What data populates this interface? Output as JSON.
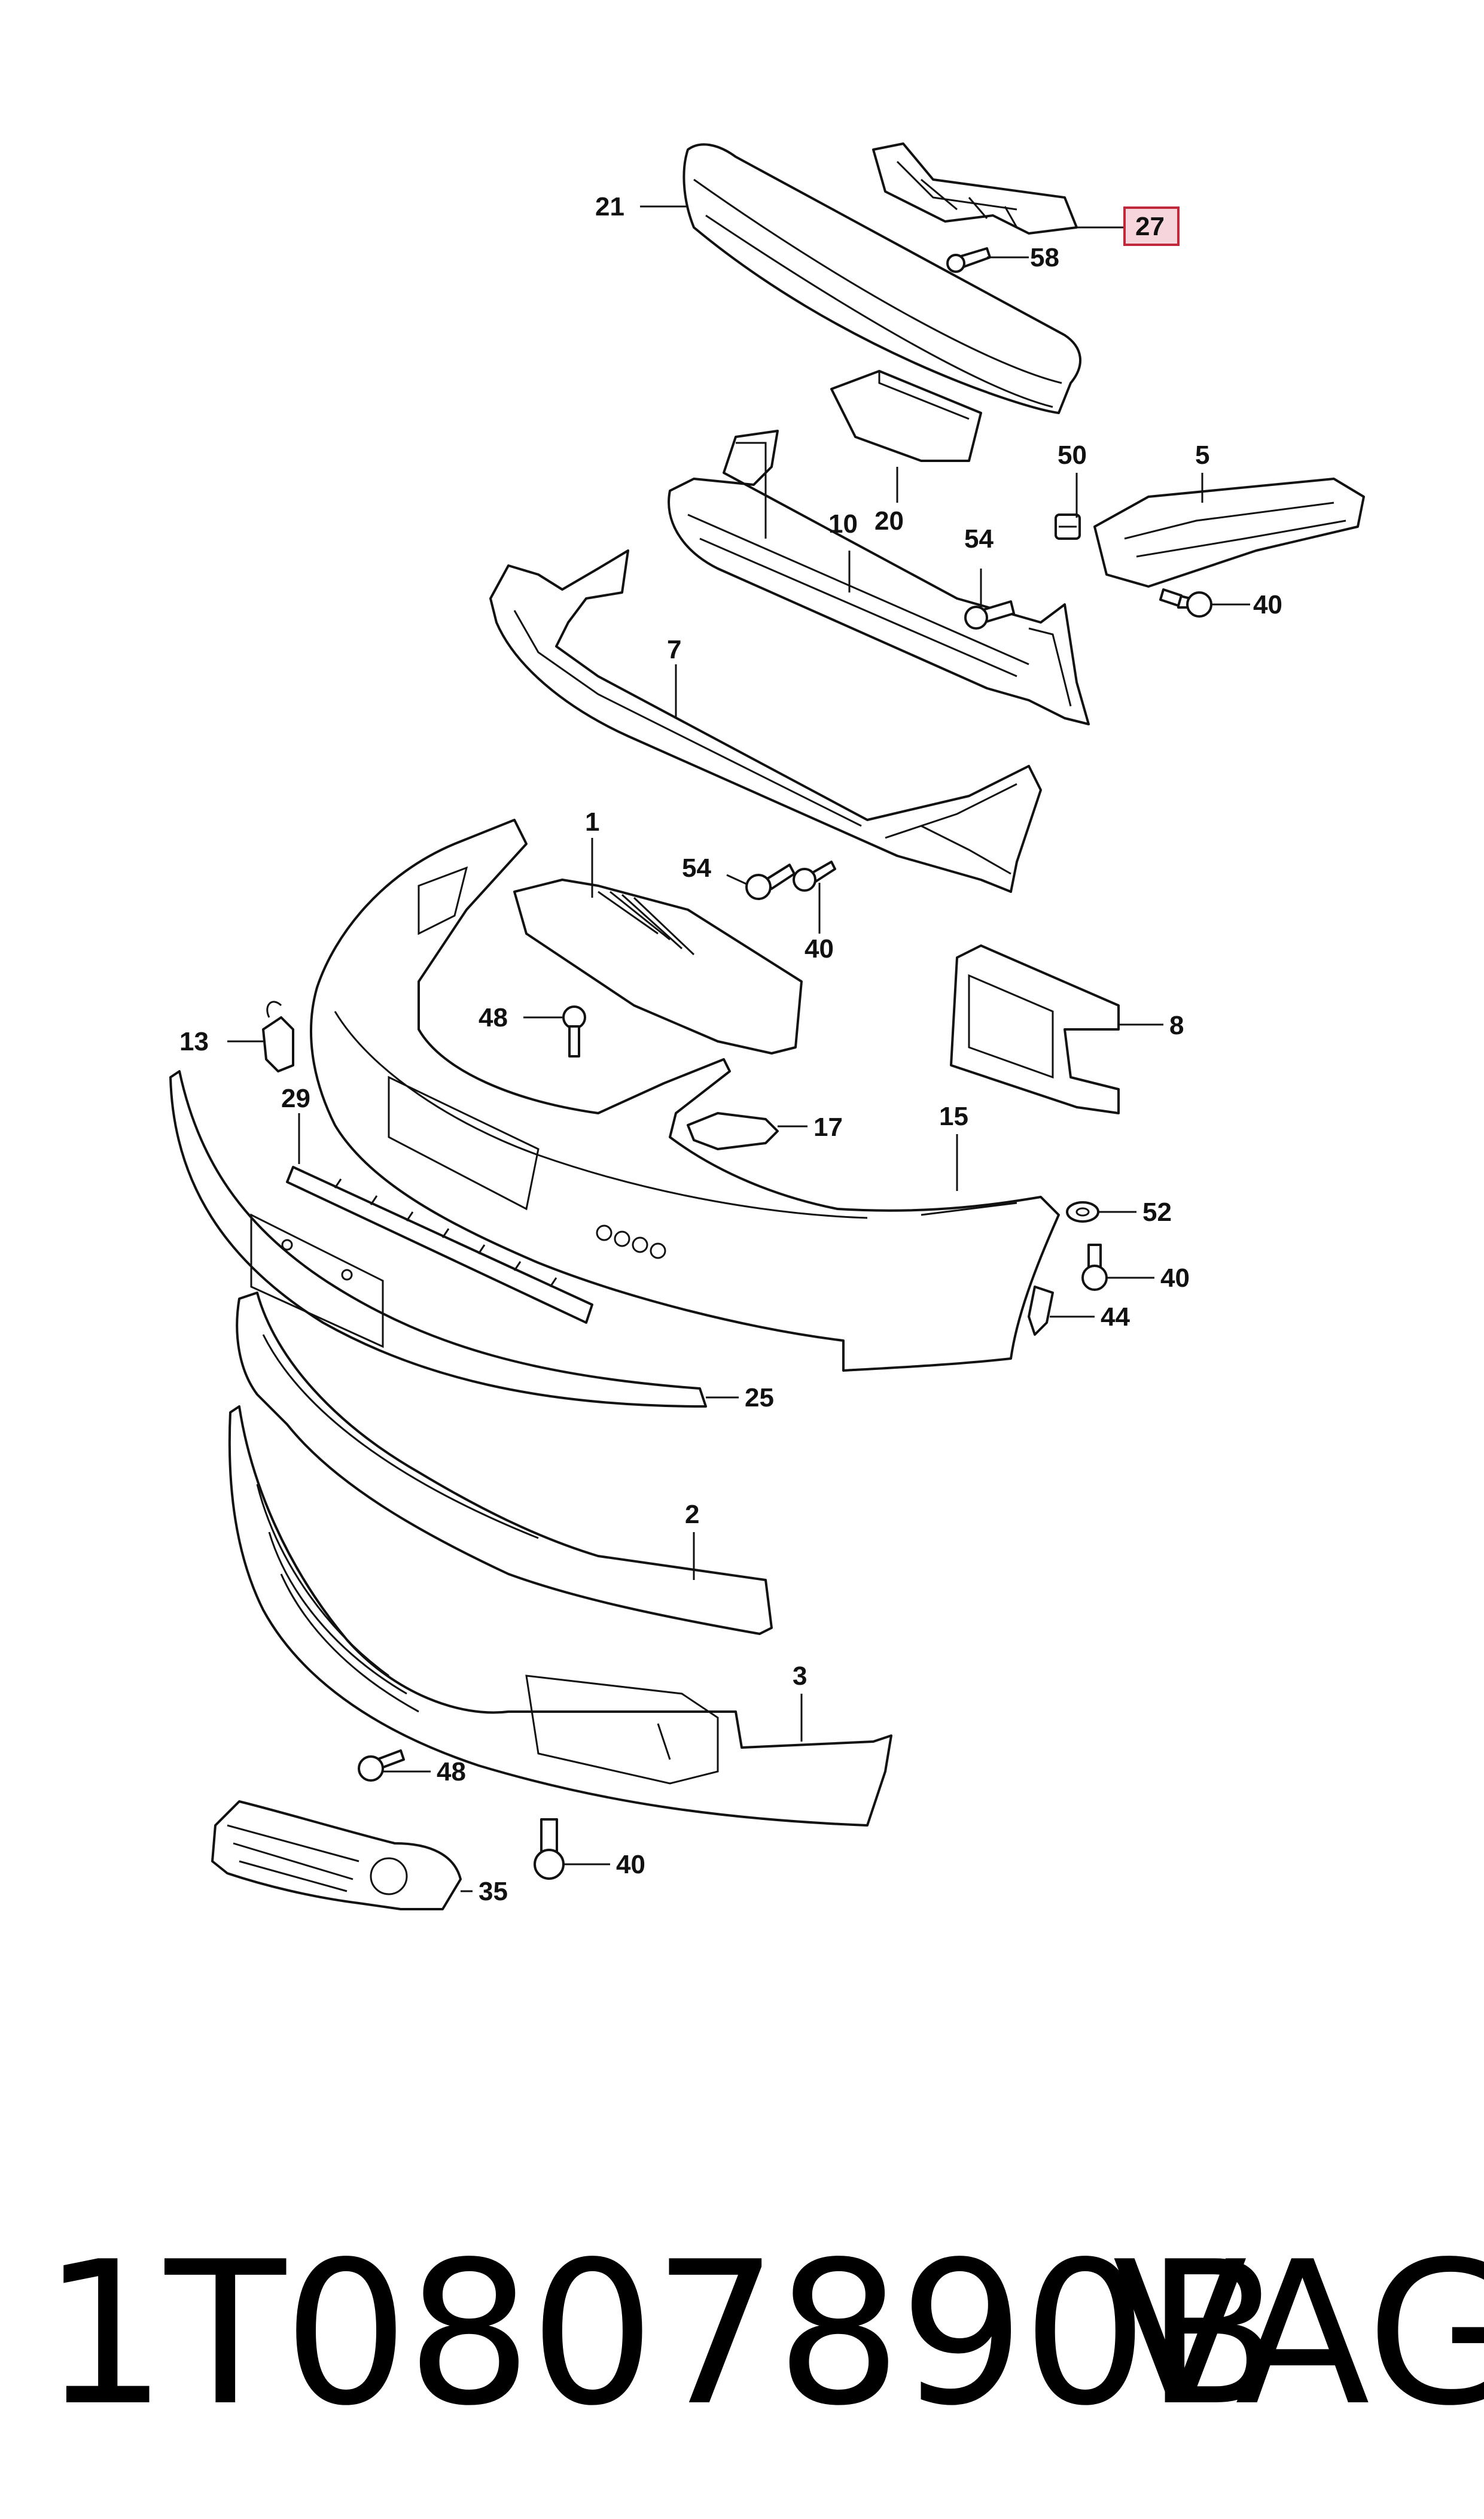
{
  "diagram": {
    "callouts": {
      "c21": "21",
      "c27": "27",
      "c58": "58",
      "c20": "20",
      "c50": "50",
      "c5": "5",
      "c10": "10",
      "c54a": "54",
      "c40a": "40",
      "c7": "7",
      "c1": "1",
      "c54b": "54",
      "c40b": "40",
      "c8": "8",
      "c13": "13",
      "c48a": "48",
      "c29": "29",
      "c17": "17",
      "c15": "15",
      "c52": "52",
      "c40c": "40",
      "c44": "44",
      "c25": "25",
      "c2": "2",
      "c3": "3",
      "c48b": "48",
      "c40d": "40",
      "c35": "35"
    },
    "highlighted_callout": "27",
    "highlight_color": "#c0283c"
  },
  "footer": {
    "part_number": "1T0807890B",
    "brand": "VAG"
  }
}
